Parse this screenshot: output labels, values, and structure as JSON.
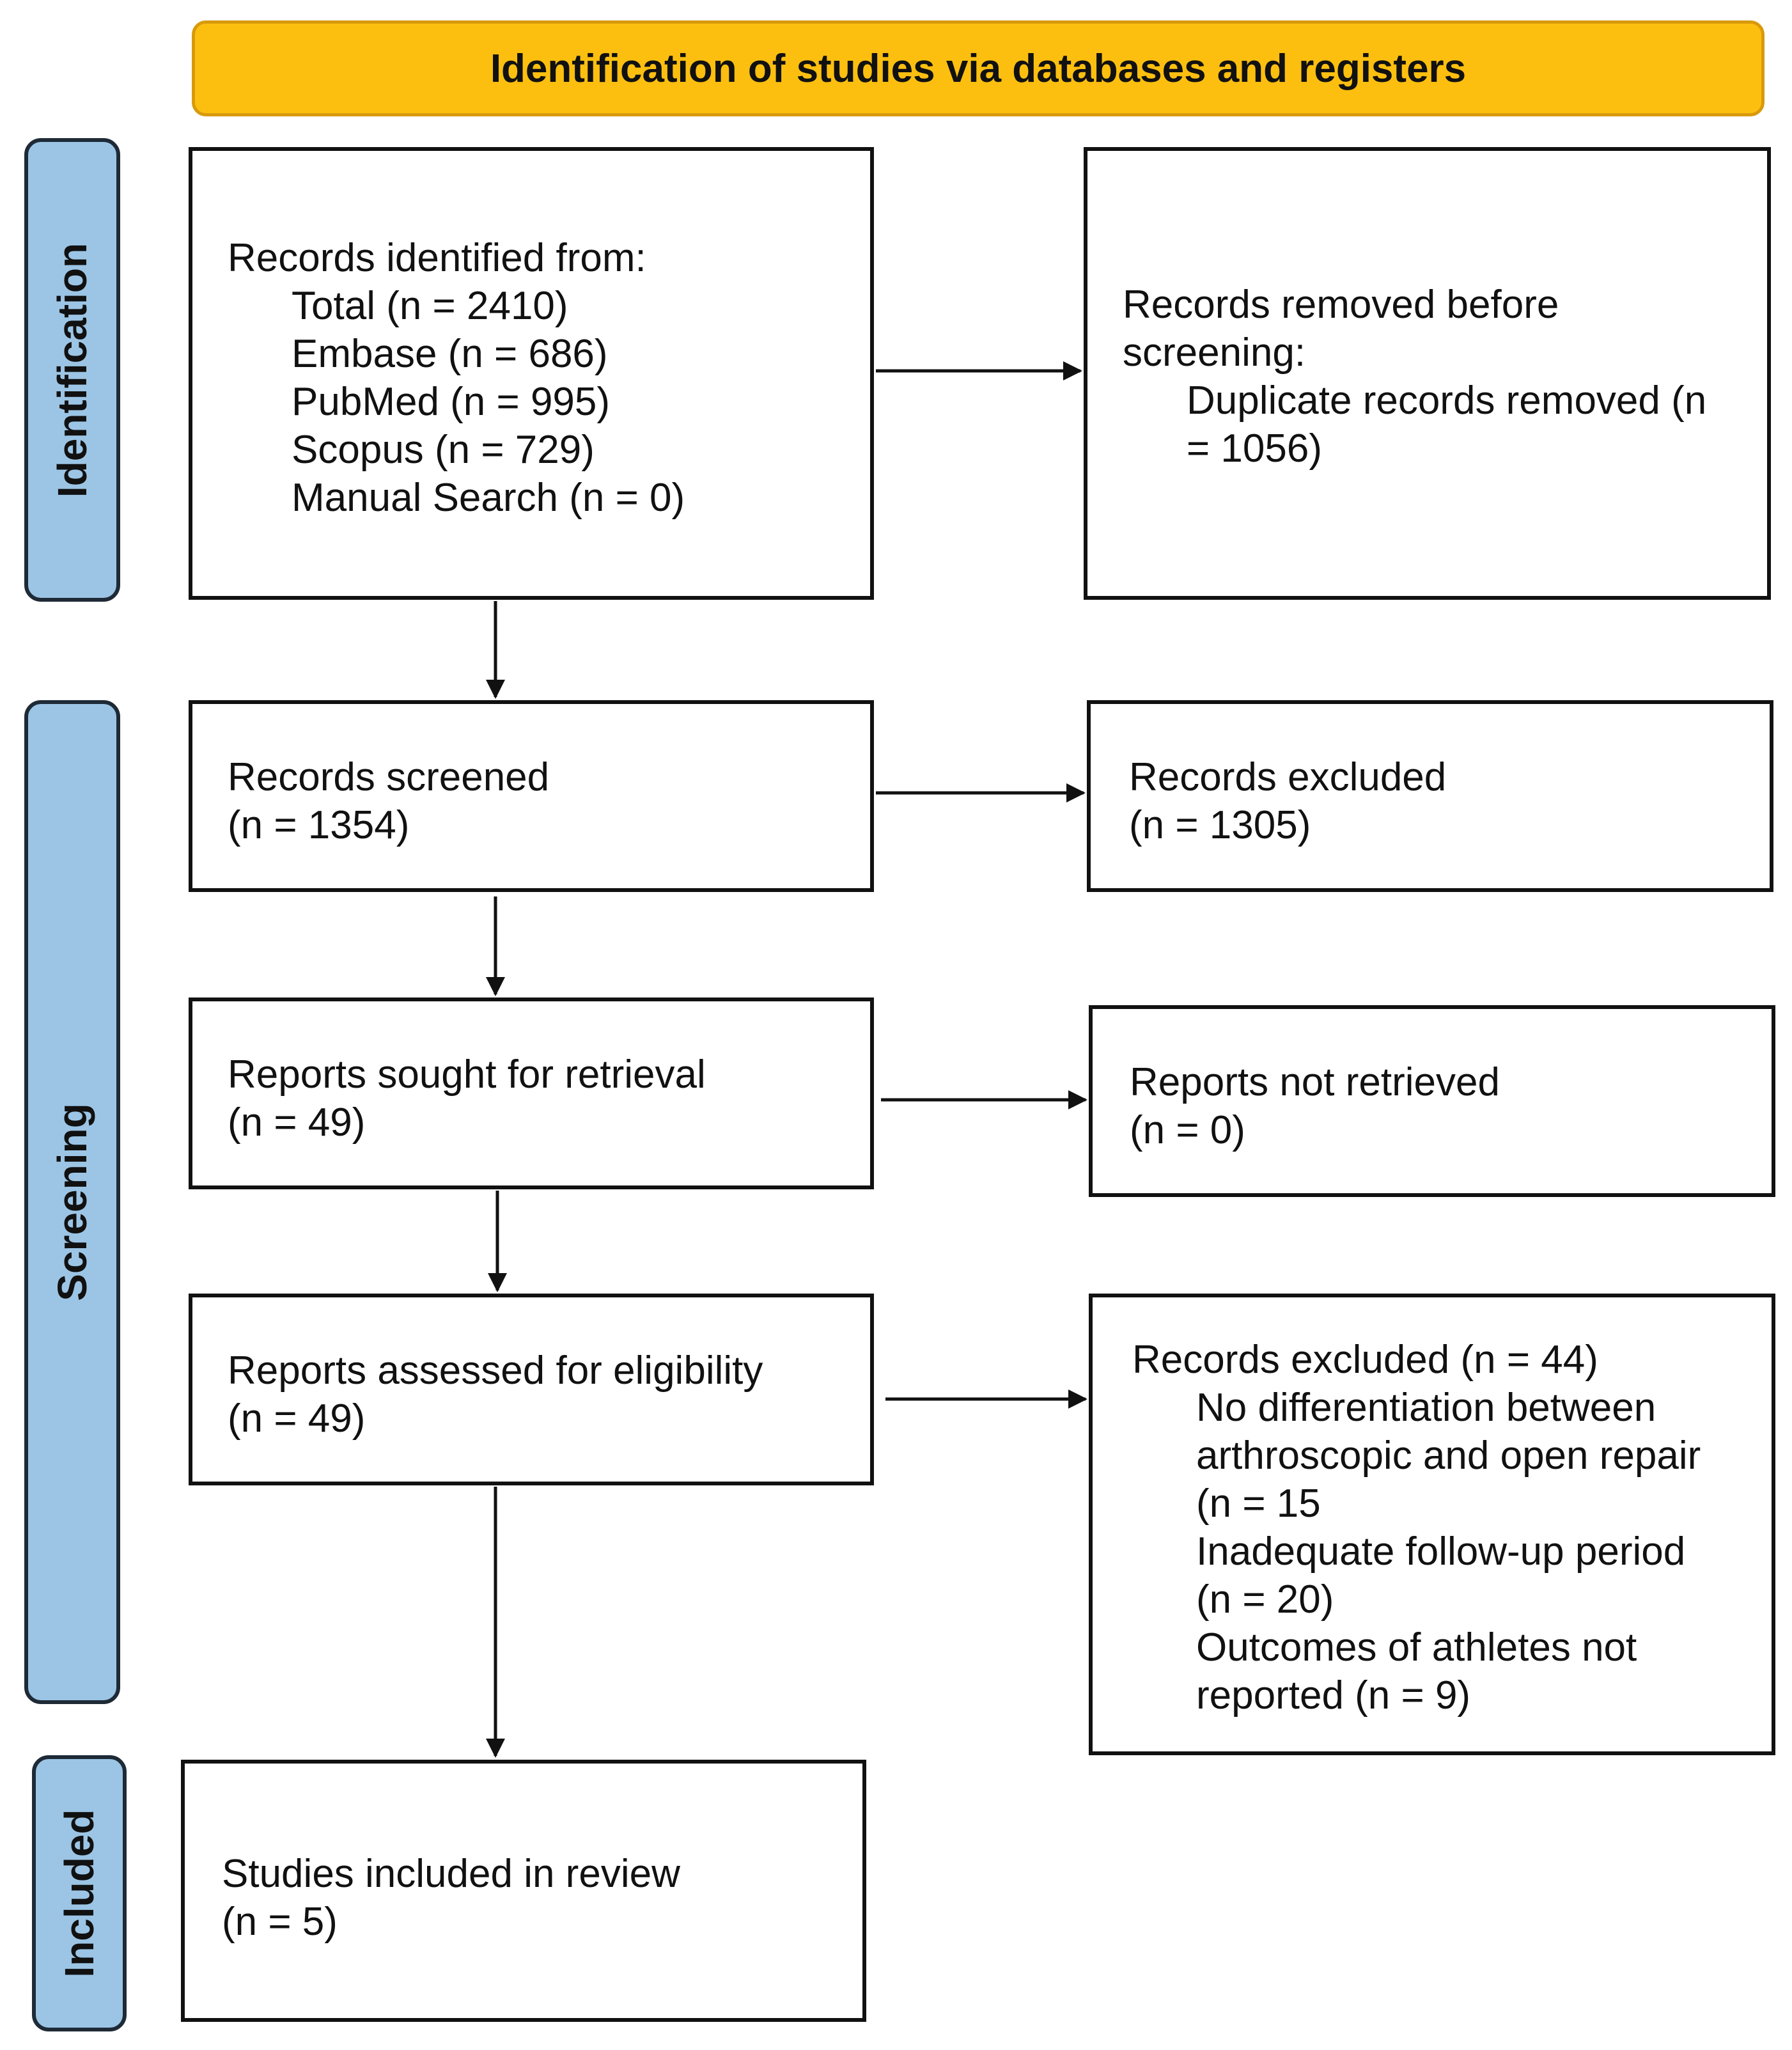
{
  "header": {
    "title": "Identification of studies via databases and registers"
  },
  "phases": {
    "identification": "Identification",
    "screening": "Screening",
    "included": "Included"
  },
  "identified": {
    "heading": "Records identified from:",
    "items": [
      "Total (n = 2410)",
      "Embase (n = 686)",
      "PubMed (n = 995)",
      "Scopus (n = 729)",
      "Manual Search (n = 0)"
    ]
  },
  "removed": {
    "heading_line1": "Records removed before",
    "heading_line2": "screening:",
    "item_line1": "Duplicate records removed (n",
    "item_line2": "= 1056)"
  },
  "screened": {
    "line1": "Records screened",
    "line2": "(n = 1354)"
  },
  "excluded_screen": {
    "line1": "Records excluded",
    "line2": "(n = 1305)"
  },
  "sought": {
    "line1": "Reports sought for retrieval",
    "line2": "(n = 49)"
  },
  "not_retrieved": {
    "line1": "Reports not retrieved",
    "line2": "(n = 0)"
  },
  "assessed": {
    "line1": "Reports assessed for eligibility",
    "line2": "(n = 49)"
  },
  "excluded_elig": {
    "heading": "Records excluded (n = 44)",
    "reasons": [
      {
        "line1": "No differentiation between",
        "line2": "arthroscopic and open repair",
        "line3": "(n = 15"
      },
      {
        "line1": "Inadequate follow-up period",
        "line2": "(n = 20)"
      },
      {
        "line1": "Outcomes of athletes not",
        "line2": "reported (n = 9)"
      }
    ]
  },
  "included_box": {
    "line1": "Studies included in review",
    "line2": "(n = 5)"
  }
}
